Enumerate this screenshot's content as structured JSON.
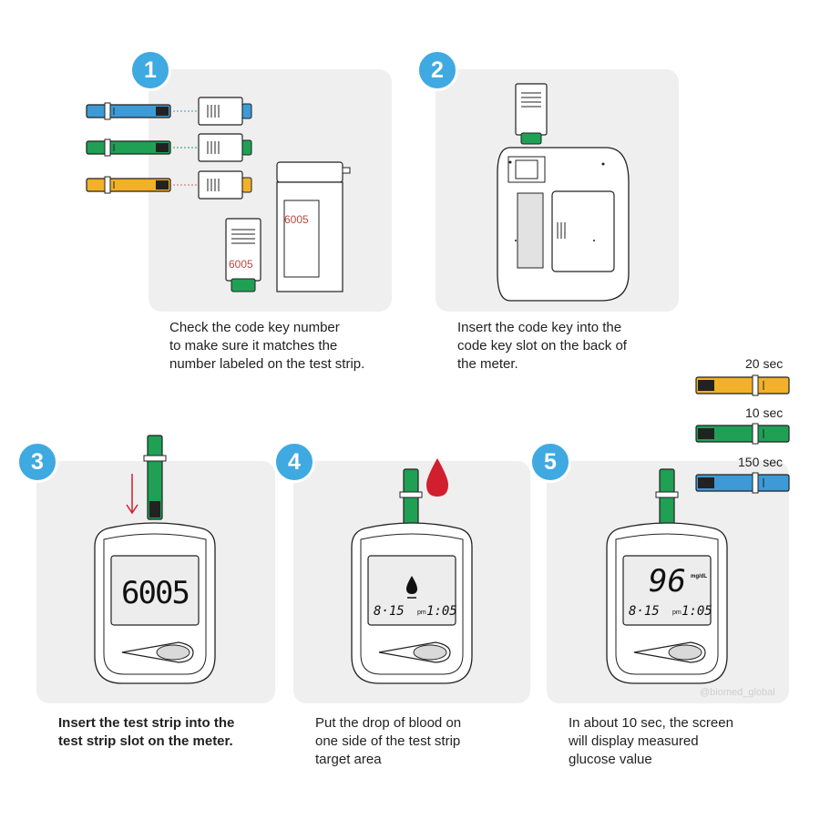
{
  "steps": [
    {
      "number": "1",
      "caption": "Check the code key number\nto make sure it matches the\nnumber labeled on the test strip."
    },
    {
      "number": "2",
      "caption": "Insert the code key into the\ncode key slot on the back of\nthe meter."
    },
    {
      "number": "3",
      "caption": "Insert the test strip into the\ntest strip slot on the meter."
    },
    {
      "number": "4",
      "caption": "Put the drop of blood on\none side of the test strip\ntarget area"
    },
    {
      "number": "5",
      "caption": "In about 10 sec, the screen\nwill display measured\nglucose value"
    }
  ],
  "code_number": "6005",
  "meter3": {
    "display": "6005"
  },
  "meter4": {
    "date": "8·15",
    "ampm": "pm",
    "time": "1:05"
  },
  "meter5": {
    "reading": "96",
    "unit": "mg/dL",
    "date": "8·15",
    "ampm": "pm",
    "time": "1:05"
  },
  "strip_times": [
    "20 sec",
    "10 sec",
    "150 sec"
  ],
  "watermark": "@biomed_global",
  "colors": {
    "badge": "#3fa9e1",
    "blue": "#3d9ad6",
    "green": "#1fa055",
    "yellow": "#f2b129",
    "blood": "#d11f2e",
    "code_red": "#b54a3a"
  }
}
